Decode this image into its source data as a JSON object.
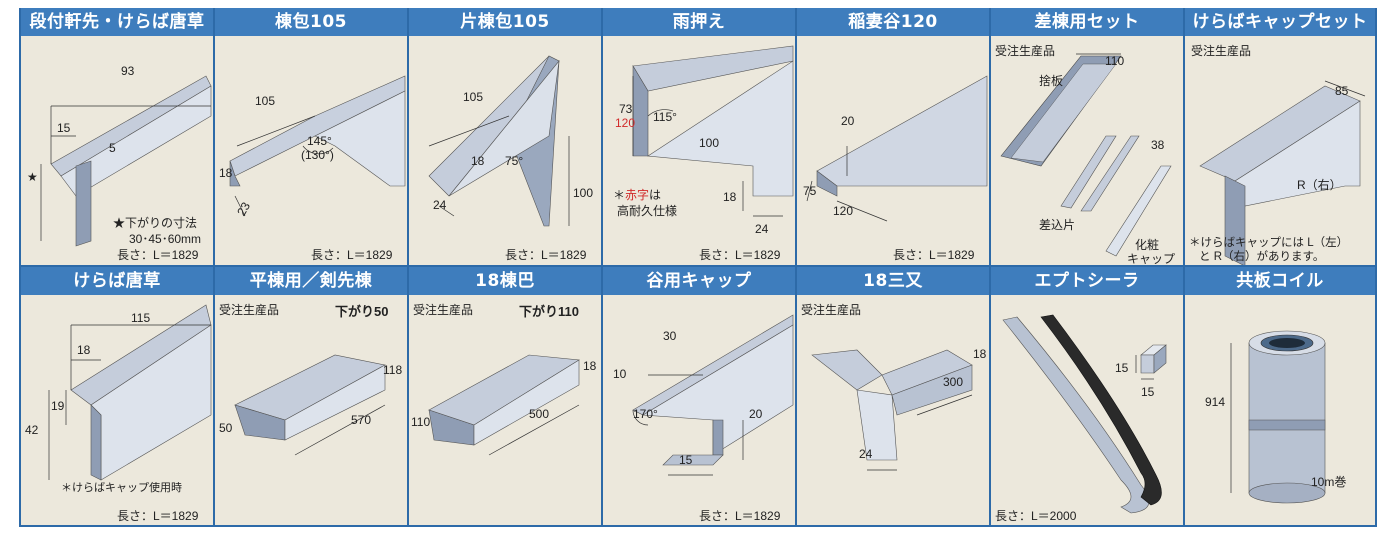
{
  "cells": [
    {
      "title": "段付軒先・けらば唐草",
      "dims": [
        "93",
        "15",
        "5"
      ],
      "star": "★",
      "notes": [
        "★下がりの寸法",
        "30･45･60mm"
      ],
      "length": "長さ：L＝1829"
    },
    {
      "title": "棟包105",
      "dims": [
        "105",
        "145°",
        "(130°)",
        "18",
        "23"
      ],
      "length": "長さ：L＝1829"
    },
    {
      "title": "片棟包105",
      "dims": [
        "105",
        "18",
        "75°",
        "24",
        "100"
      ],
      "length": "長さ：L＝1829"
    },
    {
      "title": "雨押え",
      "dims": [
        "73",
        "120",
        "115°",
        "100",
        "18",
        "24"
      ],
      "note_prefix": "＊",
      "note_red": "赤字",
      "note_suffix": "は",
      "note2": "高耐久仕様",
      "length": "長さ：L＝1829"
    },
    {
      "title": "稲妻谷120",
      "dims": [
        "20",
        "75",
        "120"
      ],
      "length": "長さ：L＝1829"
    },
    {
      "title": "差棟用セット",
      "order": "受注生産品",
      "dims": [
        "110",
        "38"
      ],
      "labels": [
        "捨板",
        "差込片",
        "化粧",
        "キャップ"
      ]
    },
    {
      "title": "けらばキャップセット",
      "order": "受注生産品",
      "dims": [
        "85"
      ],
      "side": "R（右）",
      "notes": [
        "＊けらばキャップには L（左）",
        "と R（右）があります。"
      ]
    },
    {
      "title": "けらば唐草",
      "dims": [
        "115",
        "18",
        "19",
        "42"
      ],
      "notes": [
        "＊けらばキャップ使用時"
      ],
      "length": "長さ：L＝1829"
    },
    {
      "title": "平棟用／剣先棟",
      "order": "受注生産品",
      "drop": "下がり50",
      "dims": [
        "118",
        "50",
        "570"
      ]
    },
    {
      "title": "18棟巴",
      "order": "受注生産品",
      "drop": "下がり110",
      "dims": [
        "18",
        "110",
        "500"
      ]
    },
    {
      "title": "谷用キャップ",
      "dims": [
        "30",
        "10",
        "170°",
        "20",
        "15"
      ],
      "length": "長さ：L＝1829"
    },
    {
      "title": "18三又",
      "order": "受注生産品",
      "dims": [
        "18",
        "300",
        "24"
      ]
    },
    {
      "title": "エプトシーラ",
      "dims": [
        "15",
        "15"
      ],
      "length": "長さ：L＝2000"
    },
    {
      "title": "共板コイル",
      "dims": [
        "914"
      ],
      "roll": "10m巻"
    }
  ]
}
